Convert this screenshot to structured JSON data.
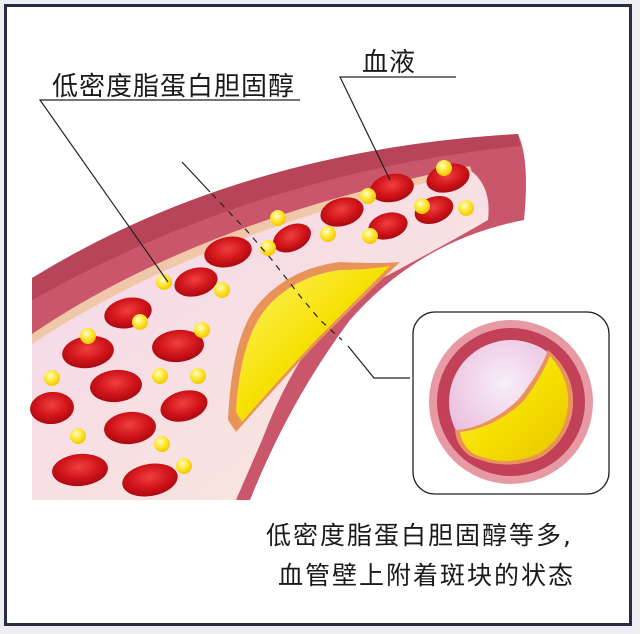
{
  "diagram": {
    "labels": {
      "ldl": "低密度脂蛋白胆固醇",
      "blood": "血液"
    },
    "caption": {
      "line1": "低密度脂蛋白胆固醇等多,",
      "line2": "血管壁上附着斑块的状态"
    },
    "components": [
      "artery-wall",
      "red-blood-cells",
      "ldl-particles",
      "plaque",
      "cross-section-inset"
    ],
    "colors": {
      "frame": "#2a2c44",
      "vessel_outer": "#c24a5c",
      "vessel_inner": "#f7dde0",
      "red_cell": "#d8141a",
      "ldl": "#ffe23a",
      "plaque": "#f6d800",
      "plaque_edge": "#e8935a"
    }
  }
}
